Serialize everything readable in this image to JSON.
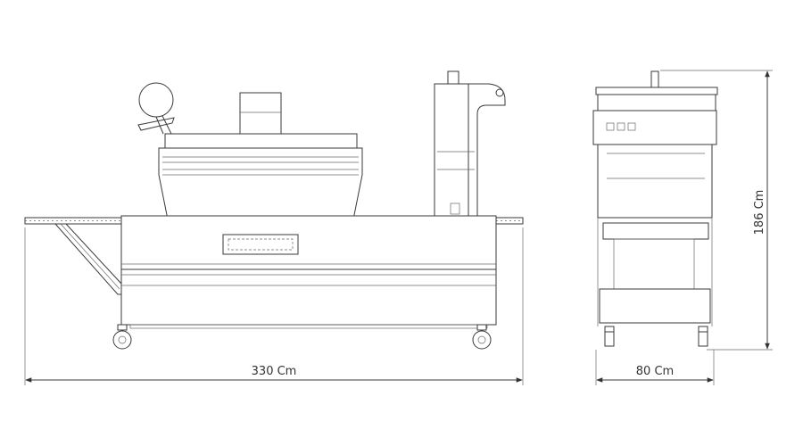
{
  "dimensions": {
    "width_label": "330 Cm",
    "depth_label": "80 Cm",
    "height_label": "186 Cm"
  },
  "colors": {
    "line": "#3a3a3a",
    "background": "#ffffff"
  }
}
